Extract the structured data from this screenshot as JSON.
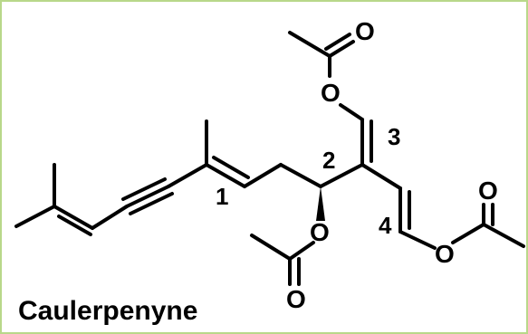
{
  "molecule": {
    "name": "Caulerpenyne",
    "atom_labels": {
      "o_acetyl_top_carbonyl": "O",
      "o_enol_ether_top": "O",
      "o_c2_ester": "O",
      "o_c2_acetyl_carbonyl": "O",
      "o_right_acetyl_carbonyl": "O",
      "o_right_enol_ether": "O"
    },
    "position_labels": {
      "p1": "1",
      "p2": "2",
      "p3": "3",
      "p4": "4"
    }
  },
  "colors": {
    "frame_border": "#b8d88a",
    "bonds": "#000000",
    "text": "#000000"
  }
}
